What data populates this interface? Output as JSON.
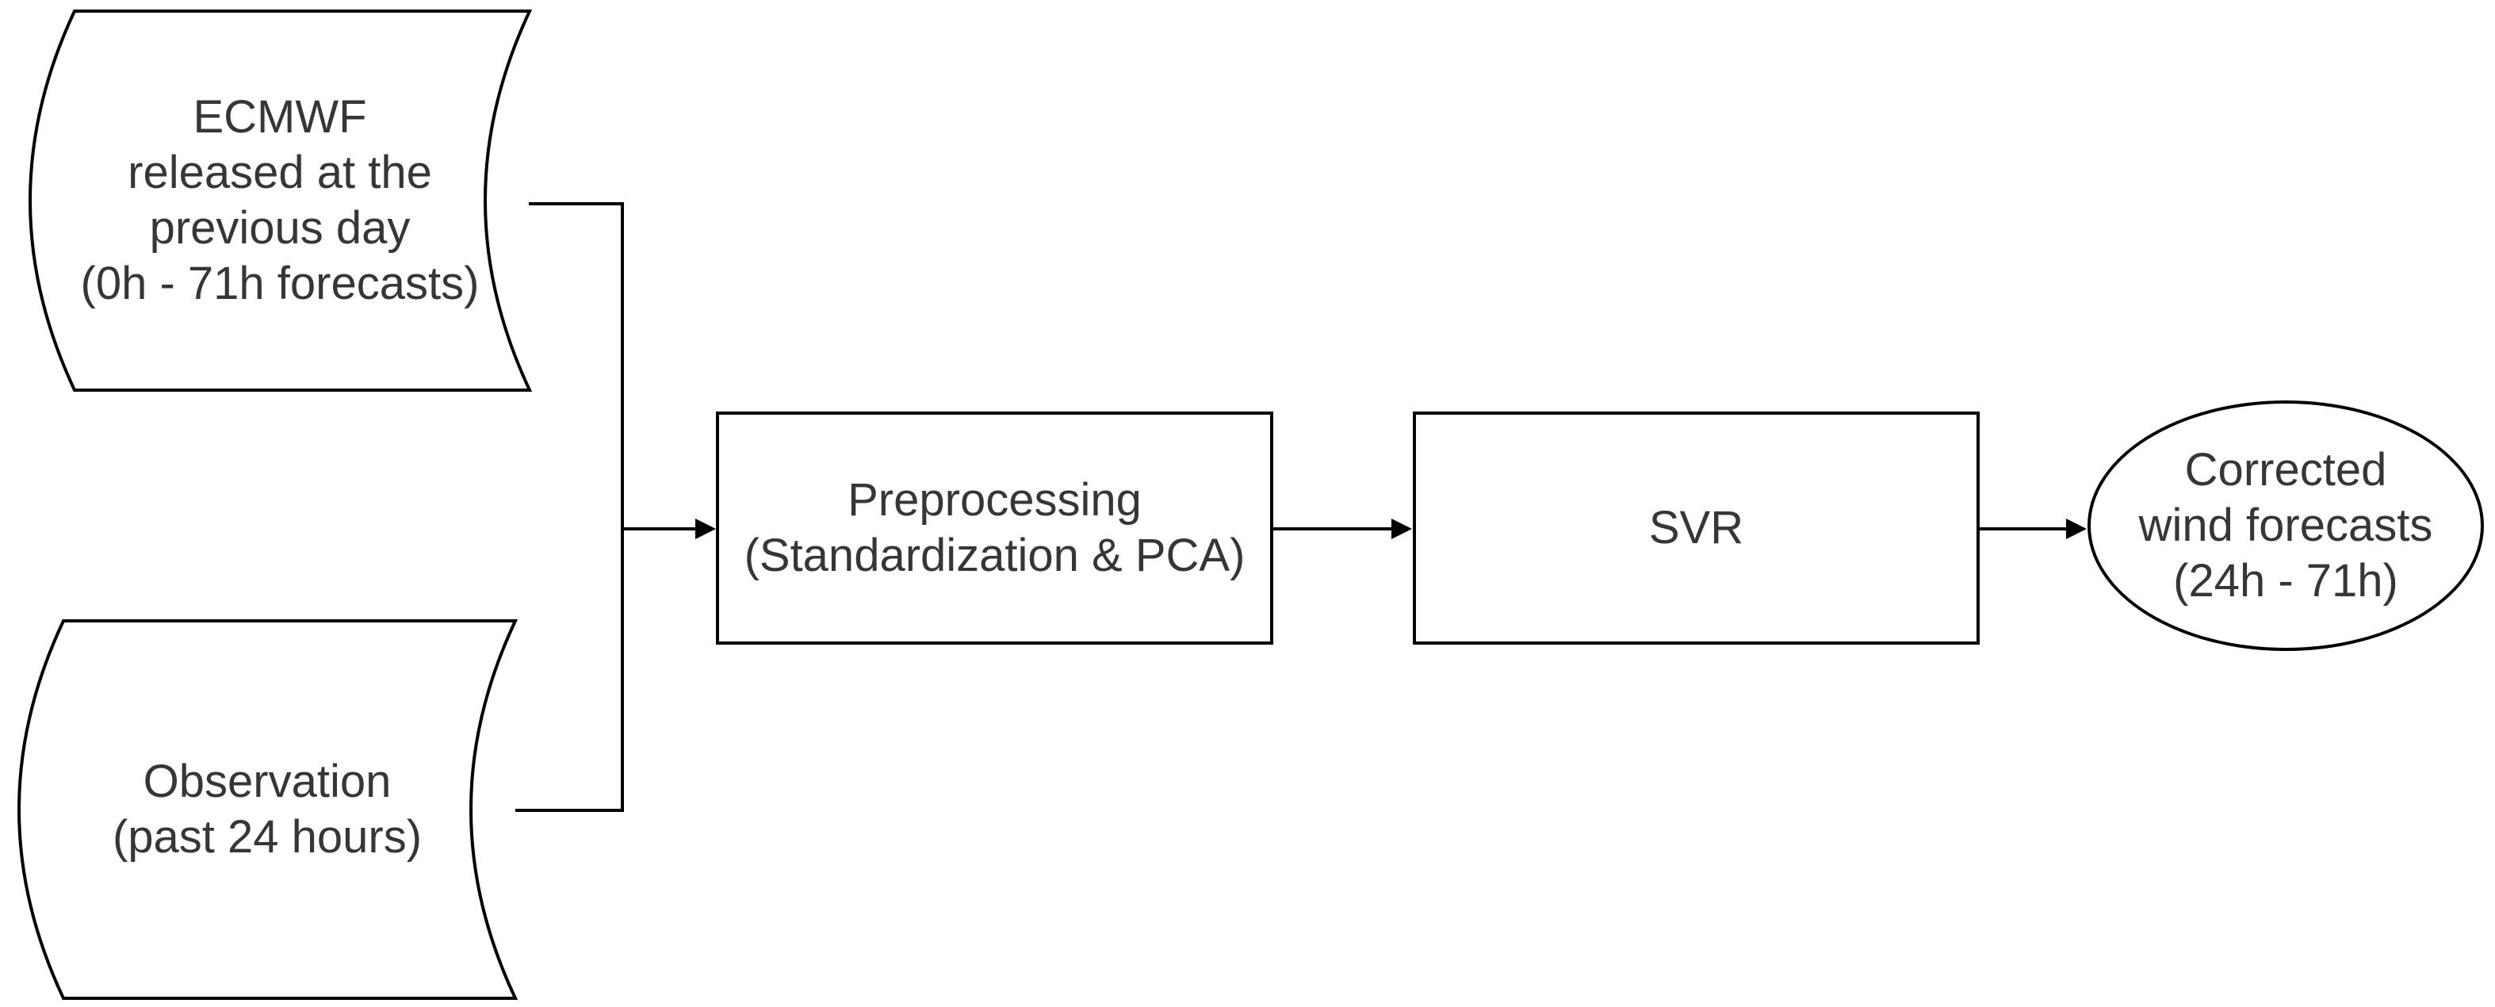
{
  "colors": {
    "background": "#ffffff",
    "stroke": "#000000",
    "text": "#363636"
  },
  "nodes": {
    "ecmwf": {
      "shape": "stored-data",
      "label": "ECMWF\nreleased at the\nprevious day\n(0h - 71h forecasts)"
    },
    "observation": {
      "shape": "stored-data",
      "label": "Observation\n(past 24 hours)"
    },
    "preprocessing": {
      "shape": "process",
      "label": "Preprocessing\n(Standardization & PCA)"
    },
    "svr": {
      "shape": "process",
      "label": "SVR"
    },
    "output": {
      "shape": "ellipse",
      "label": "Corrected\nwind forecasts\n(24h - 71h)"
    }
  },
  "edges": [
    {
      "from": "ecmwf",
      "to": "merge-bracket",
      "arrow": false
    },
    {
      "from": "observation",
      "to": "merge-bracket",
      "arrow": false
    },
    {
      "from": "merge-bracket",
      "to": "preprocessing",
      "arrow": true
    },
    {
      "from": "preprocessing",
      "to": "svr",
      "arrow": true
    },
    {
      "from": "svr",
      "to": "output",
      "arrow": true
    }
  ]
}
